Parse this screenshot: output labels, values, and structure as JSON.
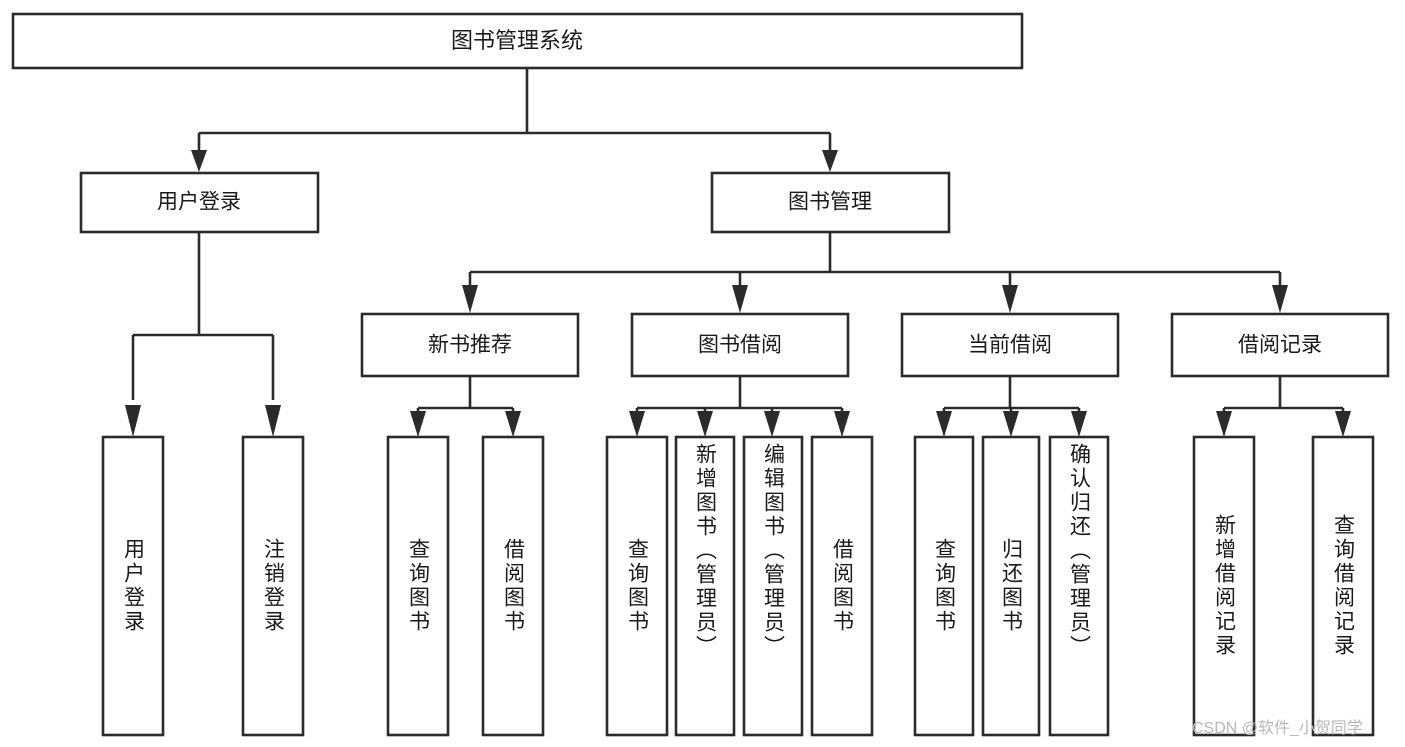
{
  "diagram": {
    "type": "tree",
    "title": "图书管理系统",
    "watermark": "CSDN @软件_小贺同学",
    "colors": {
      "stroke": "#2b2b2b",
      "fill": "#ffffff",
      "text": "#1a1a1a",
      "watermark": "#b8b8b8"
    },
    "nodes": {
      "root": {
        "label": "图书管理系统"
      },
      "level2": [
        {
          "label": "用户登录"
        },
        {
          "label": "图书管理"
        }
      ],
      "level3": [
        {
          "label": "新书推荐"
        },
        {
          "label": "图书借阅"
        },
        {
          "label": "当前借阅"
        },
        {
          "label": "借阅记录"
        }
      ],
      "leaves_user_login": [
        {
          "label": "用户登录"
        },
        {
          "label": "注销登录"
        }
      ],
      "leaves_new_book": [
        {
          "label": "查询图书"
        },
        {
          "label": "借阅图书"
        }
      ],
      "leaves_borrow": [
        {
          "label": "查询图书"
        },
        {
          "label": "新增图书（管理员）"
        },
        {
          "label": "编辑图书（管理员）"
        },
        {
          "label": "借阅图书"
        }
      ],
      "leaves_current": [
        {
          "label": "查询图书"
        },
        {
          "label": "归还图书"
        },
        {
          "label": "确认归还（管理员）"
        }
      ],
      "leaves_record": [
        {
          "label": "新增借阅记录"
        },
        {
          "label": "查询借阅记录"
        }
      ]
    }
  }
}
